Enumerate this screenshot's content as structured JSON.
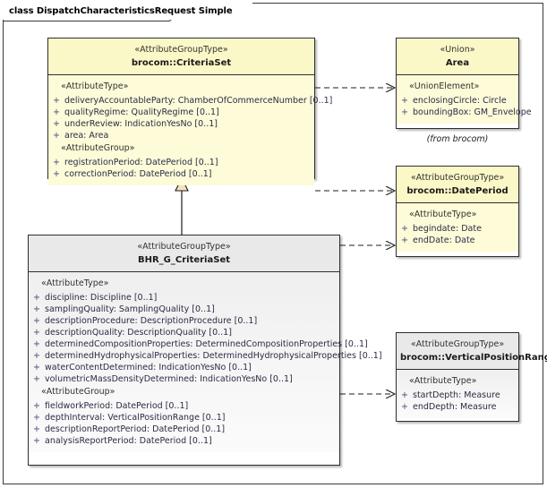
{
  "diagram": {
    "frame_label": "class DispatchCharacteristicsRequest Simple",
    "note_from_brocom": "(from brocom)",
    "colors": {
      "class_header_yellow": "#fbf8c8",
      "class_body_yellow": "#fdfbd8",
      "class_header_grey": "#e9e9e9",
      "class_body_grey": "#f4f4f4",
      "border": "#2e2e2e",
      "attribute_text": "#2b2b46",
      "generalization_fill": "#f6e2c0"
    }
  },
  "classes": {
    "criteria_set": {
      "stereotype": "«AttributeGroupType»",
      "name": "brocom::CriteriaSet",
      "groups": [
        {
          "label": "«AttributeType»",
          "attributes": [
            {
              "visibility": "+",
              "text": "deliveryAccountableParty: ChamberOfCommerceNumber [0..1]"
            },
            {
              "visibility": "+",
              "text": "qualityRegime: QualityRegime [0..1]"
            },
            {
              "visibility": "+",
              "text": "underReview: IndicationYesNo [0..1]"
            },
            {
              "visibility": "+",
              "text": "area: Area"
            }
          ]
        },
        {
          "label": "«AttributeGroup»",
          "attributes": [
            {
              "visibility": "+",
              "text": "registrationPeriod: DatePeriod [0..1]"
            },
            {
              "visibility": "+",
              "text": "correctionPeriod: DatePeriod [0..1]"
            }
          ]
        }
      ]
    },
    "bhr_g_criteria_set": {
      "stereotype": "«AttributeGroupType»",
      "name": "BHR_G_CriteriaSet",
      "groups": [
        {
          "label": "«AttributeType»",
          "attributes": [
            {
              "visibility": "+",
              "text": "discipline: Discipline [0..1]"
            },
            {
              "visibility": "+",
              "text": "samplingQuality: SamplingQuality [0..1]"
            },
            {
              "visibility": "+",
              "text": "descriptionProcedure: DescriptionProcedure [0..1]"
            },
            {
              "visibility": "+",
              "text": "descriptionQuality: DescriptionQuality [0..1]"
            },
            {
              "visibility": "+",
              "text": "determinedCompositionProperties: DeterminedCompositionProperties [0..1]"
            },
            {
              "visibility": "+",
              "text": "determinedHydrophysicalProperties: DeterminedHydrophysicalProperties [0..1]"
            },
            {
              "visibility": "+",
              "text": "waterContentDetermined: IndicationYesNo [0..1]"
            },
            {
              "visibility": "+",
              "text": "volumetricMassDensityDetermined: IndicationYesNo [0..1]"
            }
          ]
        },
        {
          "label": "«AttributeGroup»",
          "attributes": [
            {
              "visibility": "+",
              "text": "fieldworkPeriod: DatePeriod [0..1]"
            },
            {
              "visibility": "+",
              "text": "depthInterval: VerticalPositionRange [0..1]"
            },
            {
              "visibility": "+",
              "text": "descriptionReportPeriod: DatePeriod [0..1]"
            },
            {
              "visibility": "+",
              "text": "analysisReportPeriod: DatePeriod [0..1]"
            }
          ]
        }
      ]
    },
    "area": {
      "stereotype": "«Union»",
      "name": "Area",
      "groups": [
        {
          "label": "«UnionElement»",
          "attributes": [
            {
              "visibility": "+",
              "text": "enclosingCircle: Circle"
            },
            {
              "visibility": "+",
              "text": "boundingBox: GM_Envelope"
            }
          ]
        }
      ]
    },
    "date_period": {
      "stereotype": "«AttributeGroupType»",
      "name": "brocom::DatePeriod",
      "groups": [
        {
          "label": "«AttributeType»",
          "attributes": [
            {
              "visibility": "+",
              "text": "begindate: Date"
            },
            {
              "visibility": "+",
              "text": "endDate: Date"
            }
          ]
        }
      ]
    },
    "vertical_position_range": {
      "stereotype": "«AttributeGroupType»",
      "name": "brocom::VerticalPositionRange",
      "groups": [
        {
          "label": "«AttributeType»",
          "attributes": [
            {
              "visibility": "+",
              "text": "startDepth: Measure"
            },
            {
              "visibility": "+",
              "text": "endDepth: Measure"
            }
          ]
        }
      ]
    }
  },
  "connectors": [
    {
      "name": "criteriaset-to-area",
      "type": "dependency",
      "from": "brocom::CriteriaSet",
      "to": "Area"
    },
    {
      "name": "criteriaset-to-dateperiod",
      "type": "dependency",
      "from": "brocom::CriteriaSet",
      "to": "brocom::DatePeriod"
    },
    {
      "name": "bhr-to-dateperiod",
      "type": "dependency",
      "from": "BHR_G_CriteriaSet",
      "to": "brocom::DatePeriod"
    },
    {
      "name": "bhr-to-verticalpositionrange",
      "type": "dependency",
      "from": "BHR_G_CriteriaSet",
      "to": "brocom::VerticalPositionRange"
    },
    {
      "name": "bhr-generalizes-criteriaset",
      "type": "generalization",
      "from": "BHR_G_CriteriaSet",
      "to": "brocom::CriteriaSet"
    }
  ]
}
